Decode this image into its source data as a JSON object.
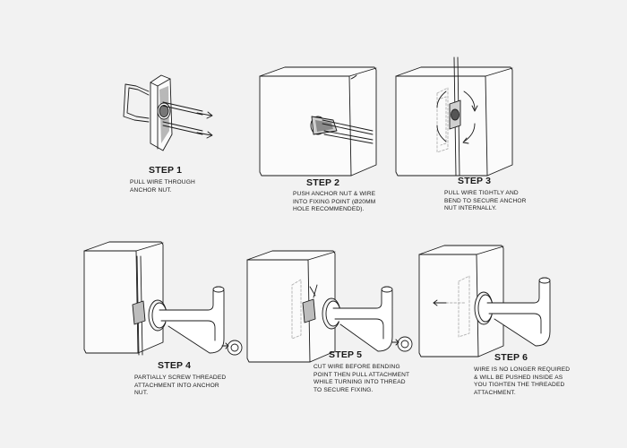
{
  "steps": [
    {
      "title": "STEP 1",
      "desc": [
        "PULL WIRE THROUGH",
        "ANCHOR NUT."
      ]
    },
    {
      "title": "STEP 2",
      "desc": [
        "PUSH ANCHOR NUT & WIRE",
        "INTO FIXING POINT (Ø20mm",
        "HOLE RECOMMENDED)."
      ]
    },
    {
      "title": "STEP 3",
      "desc": [
        "PULL WIRE TIGHTLY AND",
        "BEND TO SECURE ANCHOR",
        "NUT INTERNALLY."
      ]
    },
    {
      "title": "STEP 4",
      "desc": [
        "PARTIALLY SCREW THREADED",
        "ATTACHMENT INTO ANCHOR",
        "NUT."
      ]
    },
    {
      "title": "STEP 5",
      "desc": [
        "CUT WIRE BEFORE BENDING",
        "POINT THEN PULL ATTACHMENT",
        "WHILE TURNING INTO THREAD",
        "TO SECURE FIXING."
      ]
    },
    {
      "title": "STEP 6",
      "desc": [
        "WIRE IS NO LONGER REQUIRED",
        "& WILL BE PUSHED INSIDE AS",
        "YOU TIGHTEN THE THREADED",
        "ATTACHMENT."
      ]
    }
  ],
  "colors": {
    "background": "#f2f2f2",
    "line": "#1a1a1a",
    "shade": "#9a9a9a",
    "ghost": "#b5b5b5"
  }
}
